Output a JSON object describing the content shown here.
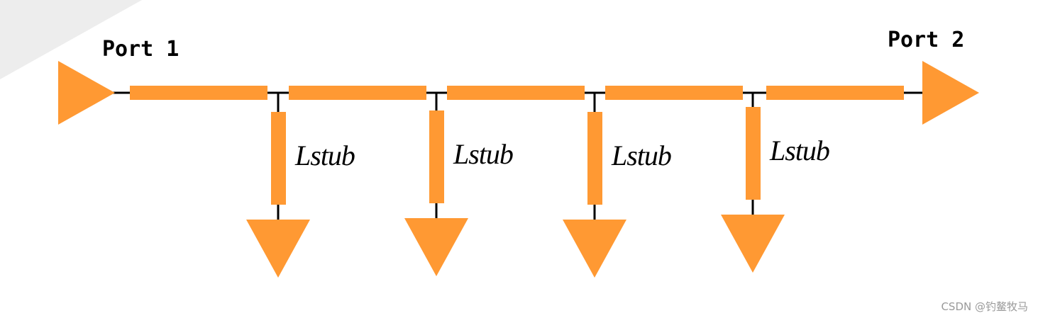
{
  "ports": {
    "port1": "Port 1",
    "port2": "Port 2"
  },
  "stubs": [
    "Lstub",
    "Lstub",
    "Lstub",
    "Lstub"
  ],
  "watermark": "CSDN @钓鳌牧马",
  "colors": {
    "element": "#FF9933",
    "wire": "#000000",
    "corner_shade": "#EDEDED"
  }
}
